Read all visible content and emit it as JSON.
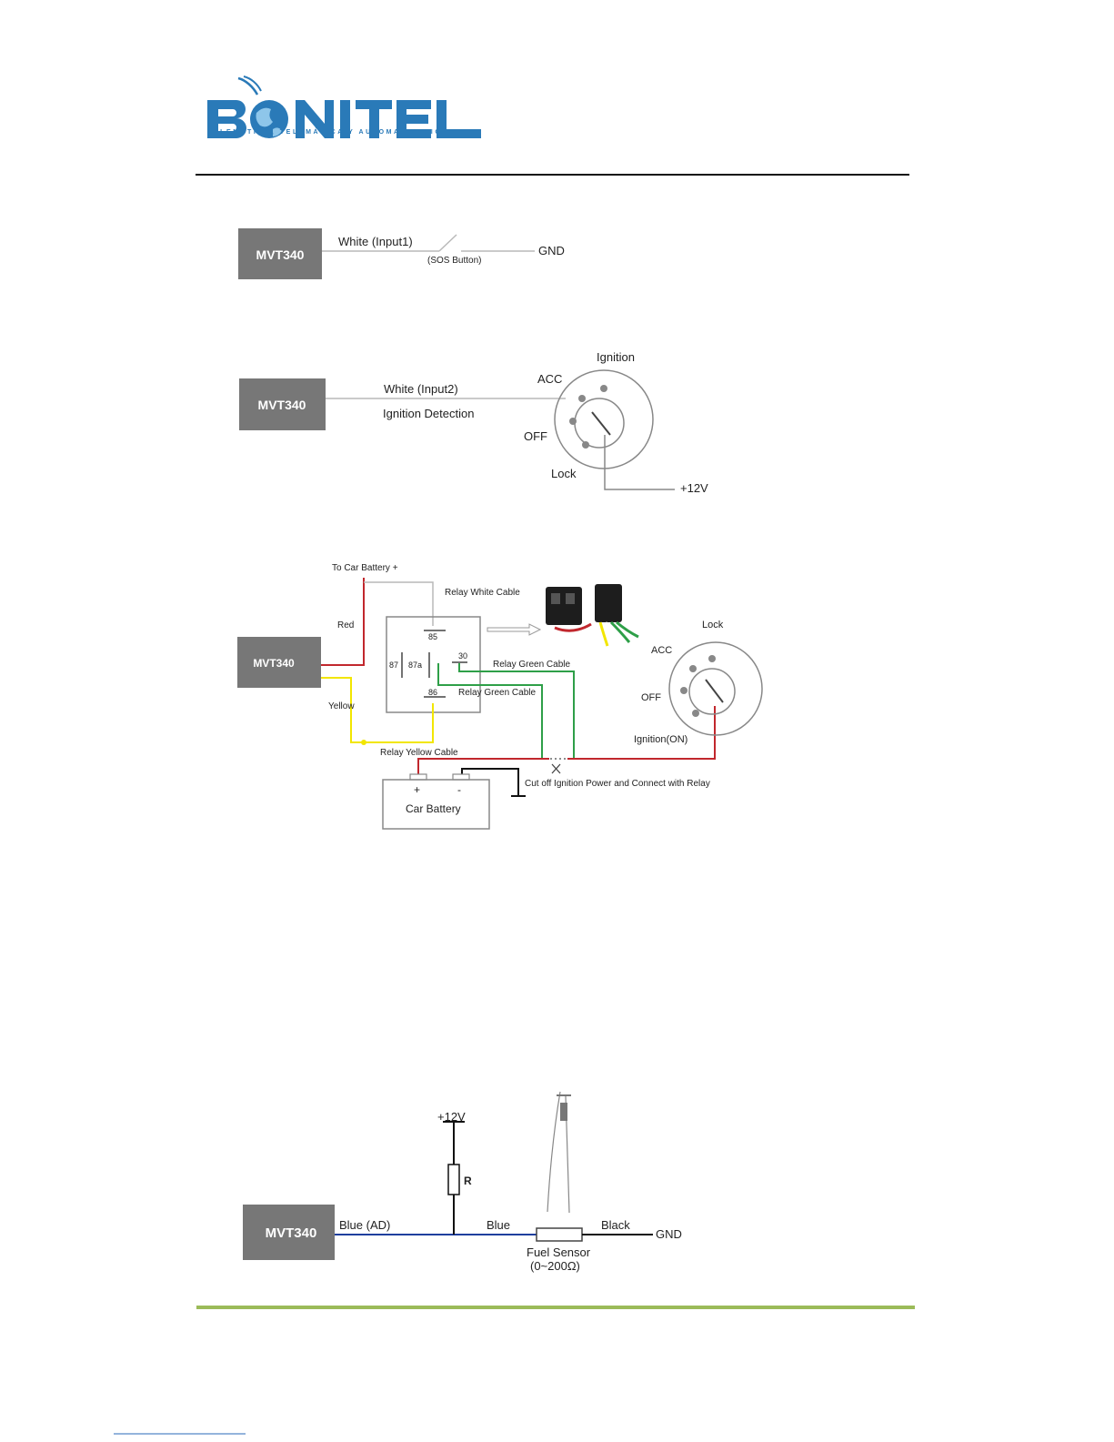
{
  "header": {
    "logo_text": "BONITEL",
    "logo_subtitle": "TELEMETRÍA, TELEMÁTICA Y AUTOMATIZACIÓN"
  },
  "colors": {
    "logo_blue": "#2a7ab8",
    "box_gray": "#777777",
    "wire_gray": "#b9b9b9",
    "wire_red": "#c1272d",
    "wire_yellow": "#f2e600",
    "wire_green": "#2e9f48",
    "wire_blue": "#1f3f9e",
    "footer_green": "#9bbb59"
  },
  "diagram1": {
    "device": "MVT340",
    "wire": "White (Input1)",
    "switch": "(SOS Button)",
    "end": "GND"
  },
  "diagram2": {
    "device": "MVT340",
    "wire": "White (Input2)",
    "desc": "Ignition Detection",
    "ignition": "Ignition",
    "acc": "ACC",
    "off": "OFF",
    "lock": "Lock",
    "supply": "+12V"
  },
  "diagram3": {
    "device": "MVT340",
    "battery_plus": "To Car Battery +",
    "relay_white": "Relay White Cable",
    "red": "Red",
    "yellow": "Yellow",
    "pin85": "85",
    "pin87": "87",
    "pin87a": "87a",
    "pin30": "30",
    "pin86": "86",
    "relay_green_1": "Relay Green Cable",
    "relay_green_2": "Relay Green Cable",
    "relay_yellow": "Relay Yellow Cable",
    "lock": "Lock",
    "acc": "ACC",
    "off": "OFF",
    "ign_on": "Ignition(ON)",
    "cutoff": "Cut off Ignition Power and Connect  with Relay",
    "plus": "+",
    "minus": "-",
    "car_battery": "Car Battery"
  },
  "diagram4": {
    "device": "MVT340",
    "blue_ad": "Blue (AD)",
    "blue": "Blue",
    "black": "Black",
    "gnd": "GND",
    "v12": "+12V",
    "r": "R",
    "fuel_sensor": "Fuel Sensor",
    "range": "(0~200Ω)"
  }
}
